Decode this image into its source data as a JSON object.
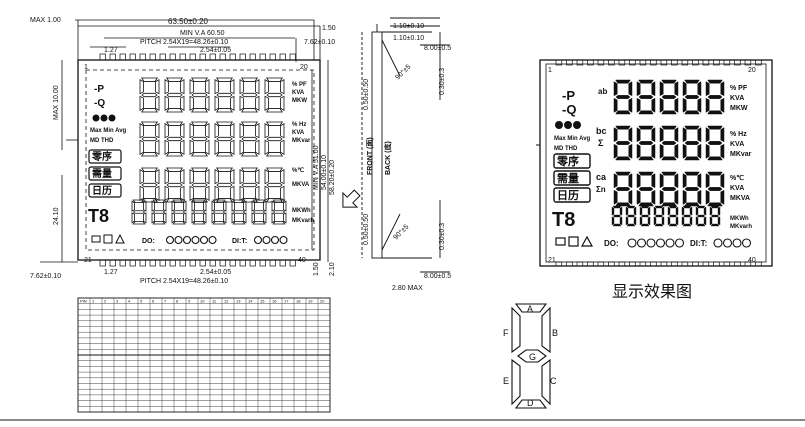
{
  "top": {
    "max_label": "MAX 1.00",
    "width_label": "63.50±0.20",
    "view_label": "MIN V.A 60.50",
    "pitch_label": "PITCH 2.54X19=48.26±0.10",
    "pin_offset_left": "1.27",
    "pin_width": "2.54±0.05",
    "right_a": "1.50",
    "right_b": "7.62±0.10"
  },
  "side": {
    "max10": "MAX 10.00",
    "dim2410": "24.10",
    "pin_spacing": "7.62±0.10",
    "va_height": "MIN V.A 51.00",
    "inner_height": "54.00±0.10",
    "outer_height": "58.20±0.20",
    "lower_150": "1.50",
    "lower_210": "2.10",
    "bottom_pitch": "PITCH 2.54X19=48.26±0.10",
    "bottom_127": "1.27",
    "bottom_254": "2.54±0.05"
  },
  "drawing_text": {
    "pin1": "1",
    "pin20": "20",
    "pin21": "21",
    "pin40": "40",
    "zero_seq": "零序",
    "demand": "需量",
    "calendar": "日历",
    "max_min": "Max Min Avg",
    "md_thd": "MD THD",
    "t8": "T8",
    "do_label": "DO:",
    "di_label": "DI:T:",
    "pf": "% PF",
    "kva": "KVA",
    "mkw": "MKW",
    "hz": "% Hz",
    "mkvar": "MKvar",
    "degc": "%℃",
    "mkva": "MKVA",
    "mkwh": "MKWh",
    "mkvarh": "MKvarh",
    "ab": "ab",
    "bc": "bc",
    "ca": "ca",
    "sigma": "Σ",
    "sigma_n": "Σn",
    "p_label": "-P",
    "q_label": "-Q"
  },
  "profile": {
    "t1": "1.10±0.10",
    "t2": "1.10±0.10",
    "t3": "8.00±0.5",
    "angle1": "90°±5",
    "angle2": "90°±5",
    "v1": "0.50±0.50",
    "v2": "0.50±0.50",
    "v3": "0.30±0.3",
    "v4": "0.30±0.3",
    "front": "FRONT (面)",
    "back": "BACK (底)",
    "bottom_max": "2.80 MAX",
    "bottom_8": "8.00±0.5"
  },
  "preview_title": "显示效果图",
  "segments": [
    "A",
    "B",
    "C",
    "D",
    "E",
    "F",
    "G"
  ],
  "table_header": [
    "PIN",
    "1",
    "2",
    "3",
    "4",
    "5",
    "6",
    "7",
    "8",
    "9",
    "10",
    "11",
    "12",
    "13",
    "14",
    "15",
    "16",
    "17",
    "18",
    "19",
    "20"
  ]
}
